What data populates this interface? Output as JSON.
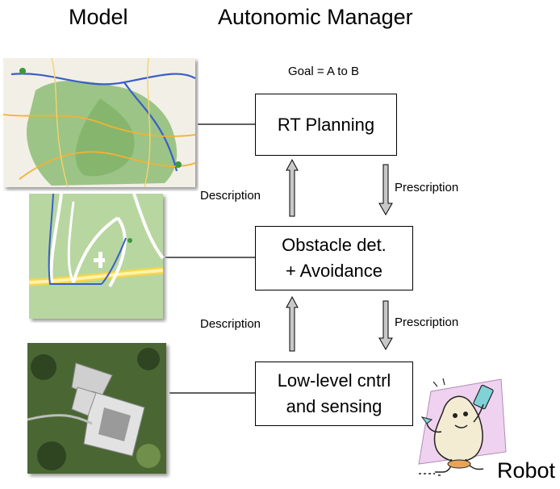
{
  "headers": {
    "model": "Model",
    "manager": "Autonomic Manager"
  },
  "goal": "Goal = A to B",
  "boxes": {
    "planning": "RT Planning",
    "obstacle": "Obstacle det.\n+ Avoidance",
    "lowlevel": "Low-level cntrl\nand sensing"
  },
  "flows": {
    "upper_description": "Description",
    "upper_prescription": "Prescription",
    "lower_description": "Description",
    "lower_prescription": "Prescription"
  },
  "robot_label": "Robot",
  "images": [
    {
      "name": "road-map-image",
      "depicts": "regional road map"
    },
    {
      "name": "street-map-image",
      "depicts": "local street map with route"
    },
    {
      "name": "satellite-image",
      "depicts": "aerial satellite view of building"
    },
    {
      "name": "robot-clipart",
      "depicts": "cartoon robot with phone"
    }
  ],
  "colors": {
    "arrow_fill": "#c8c8c8",
    "map_green": "#9cc486",
    "map_bg": "#f2efe6"
  }
}
